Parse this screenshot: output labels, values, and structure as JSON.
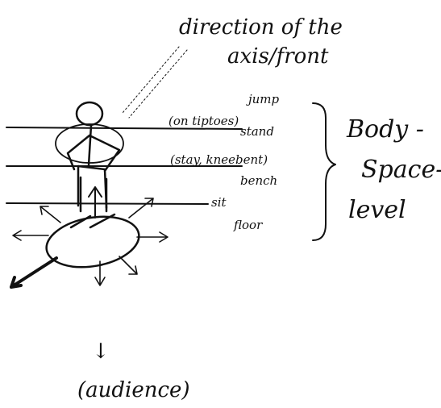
{
  "title": {
    "line1": "direction of the",
    "line2": "axis/front"
  },
  "levels": {
    "jump": "jump",
    "on_tiptoes": "(on tiptoes)",
    "stand": "stand",
    "stay_kneebent": "(stay, kneebent)",
    "bench": "bench",
    "sit": "sit",
    "floor": "floor"
  },
  "group_label": {
    "line1": "Body -",
    "line2": "Space-",
    "line3": "level"
  },
  "audience": {
    "arrow": "↓",
    "label": "(audience)"
  },
  "colors": {
    "ink": "#111111",
    "background": "#ffffff"
  }
}
